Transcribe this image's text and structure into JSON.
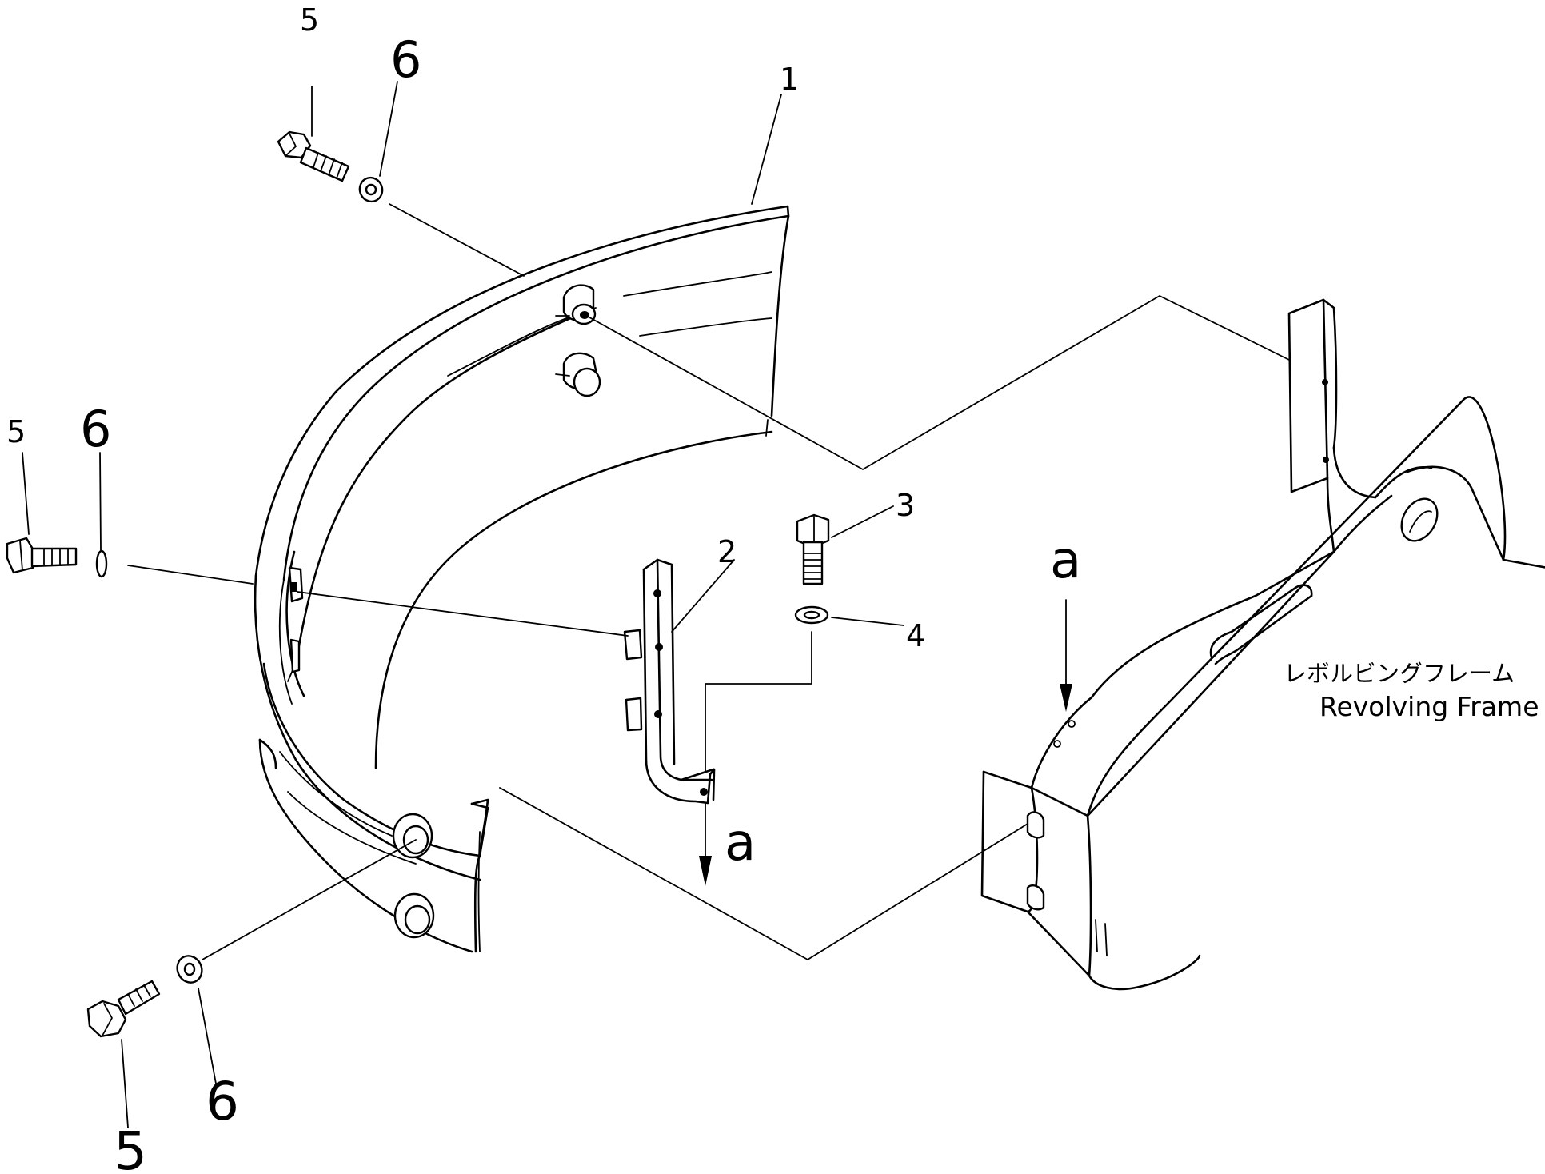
{
  "callouts": {
    "c1": "1",
    "c2": "2",
    "c3": "3",
    "c4": "4",
    "c5_top": "5",
    "c6_top": "6",
    "c5_left": "5",
    "c6_left": "6",
    "c5_bottom": "5",
    "c6_bottom": "6"
  },
  "arrow_marks": {
    "bracket_a": "a",
    "frame_a": "a"
  },
  "frame_label": {
    "japanese": "レボルビングフレーム",
    "english": "Revolving Frame"
  }
}
